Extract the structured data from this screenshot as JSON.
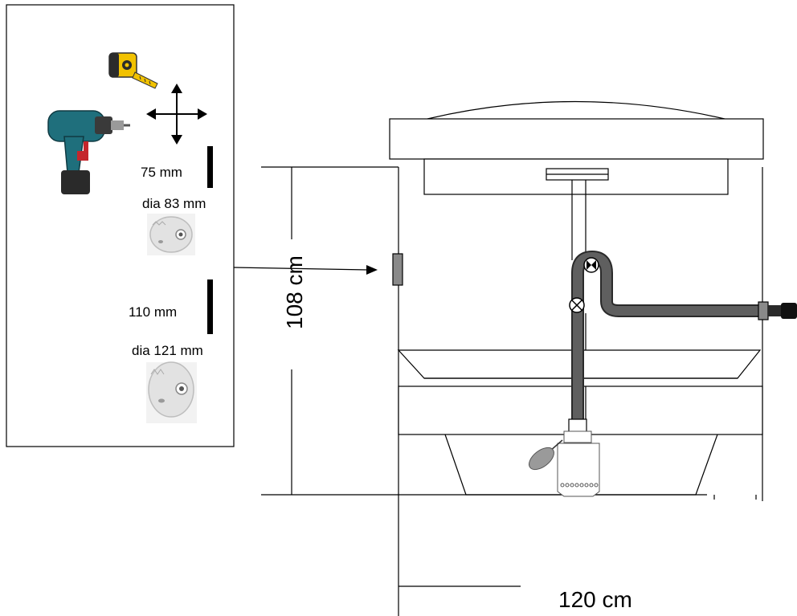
{
  "labels": {
    "hole_small_depth": "75 mm",
    "hole_small_dia": "dia 83 mm",
    "hole_large_depth": "110 mm",
    "hole_large_dia": "dia 121 mm",
    "height": "108 cm",
    "width": "120 cm"
  },
  "icons": {
    "tape_measure": "tape-measure-icon",
    "move": "move-arrows-icon",
    "drill": "cordless-drill-icon",
    "hole_saw_small": "hole-saw-icon",
    "hole_saw_large": "hole-saw-icon"
  },
  "colors": {
    "pipe": "#5f5f5f",
    "pipe_outline": "#2a2a2a",
    "fitting": "#8a8a8a",
    "tape_yellow": "#f2c200",
    "drill_teal": "#1f6f7c",
    "drill_red": "#c4262c",
    "float": "#9a9a9a"
  }
}
